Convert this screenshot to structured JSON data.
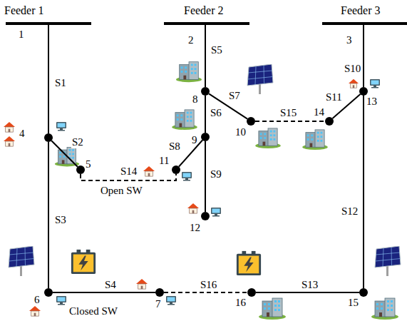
{
  "diagram": {
    "nodes": [
      {
        "text": [
          "Feeder 1",
          "1"
        ]
      },
      {
        "text": [
          "Feeder 2",
          "2"
        ]
      },
      {
        "text": [
          "Feeder 3",
          "3"
        ]
      },
      {
        "text": [
          "4"
        ]
      },
      {
        "text": [
          "5"
        ]
      },
      {
        "text": [
          "6"
        ]
      },
      {
        "text": [
          "7"
        ]
      },
      {
        "text": [
          "8"
        ]
      },
      {
        "text": [
          "9"
        ]
      },
      {
        "text": [
          "10"
        ]
      },
      {
        "text": [
          "11"
        ]
      },
      {
        "text": [
          "12"
        ]
      },
      {
        "text": [
          "13"
        ]
      },
      {
        "text": [
          "14"
        ]
      },
      {
        "text": [
          "15"
        ]
      },
      {
        "text": [
          "16"
        ]
      }
    ],
    "edges": [
      {
        "from": 0,
        "to": 3,
        "arrow": "none",
        "label": "S1"
      },
      {
        "from": 3,
        "to": 4,
        "arrow": "none",
        "label": "S2"
      },
      {
        "from": 3,
        "to": 5,
        "arrow": "none",
        "label": "S3"
      },
      {
        "from": 5,
        "to": 6,
        "arrow": "none",
        "label": "S4"
      },
      {
        "from": 1,
        "to": 7,
        "arrow": "none",
        "label": "S5"
      },
      {
        "from": 7,
        "to": 8,
        "arrow": "none",
        "label": "S6"
      },
      {
        "from": 7,
        "to": 9,
        "arrow": "none",
        "label": "S7"
      },
      {
        "from": 8,
        "to": 10,
        "arrow": "none",
        "label": "S8"
      },
      {
        "from": 8,
        "to": 11,
        "arrow": "none",
        "label": "S9"
      },
      {
        "from": 2,
        "to": 12,
        "arrow": "none",
        "label": "S10"
      },
      {
        "from": 12,
        "to": 13,
        "arrow": "none",
        "label": "S11"
      },
      {
        "from": 12,
        "to": 14,
        "arrow": "none",
        "label": "S12"
      },
      {
        "from": 14,
        "to": 15,
        "arrow": "none",
        "label": "S13"
      },
      {
        "from": 4,
        "to": 10,
        "arrow": "none",
        "label": "S14"
      },
      {
        "from": 9,
        "to": 13,
        "arrow": "none",
        "label": "S15"
      },
      {
        "from": 6,
        "to": 15,
        "arrow": "none",
        "label": "S16"
      }
    ],
    "labels": [
      "Open SW",
      "Closed SW"
    ]
  }
}
